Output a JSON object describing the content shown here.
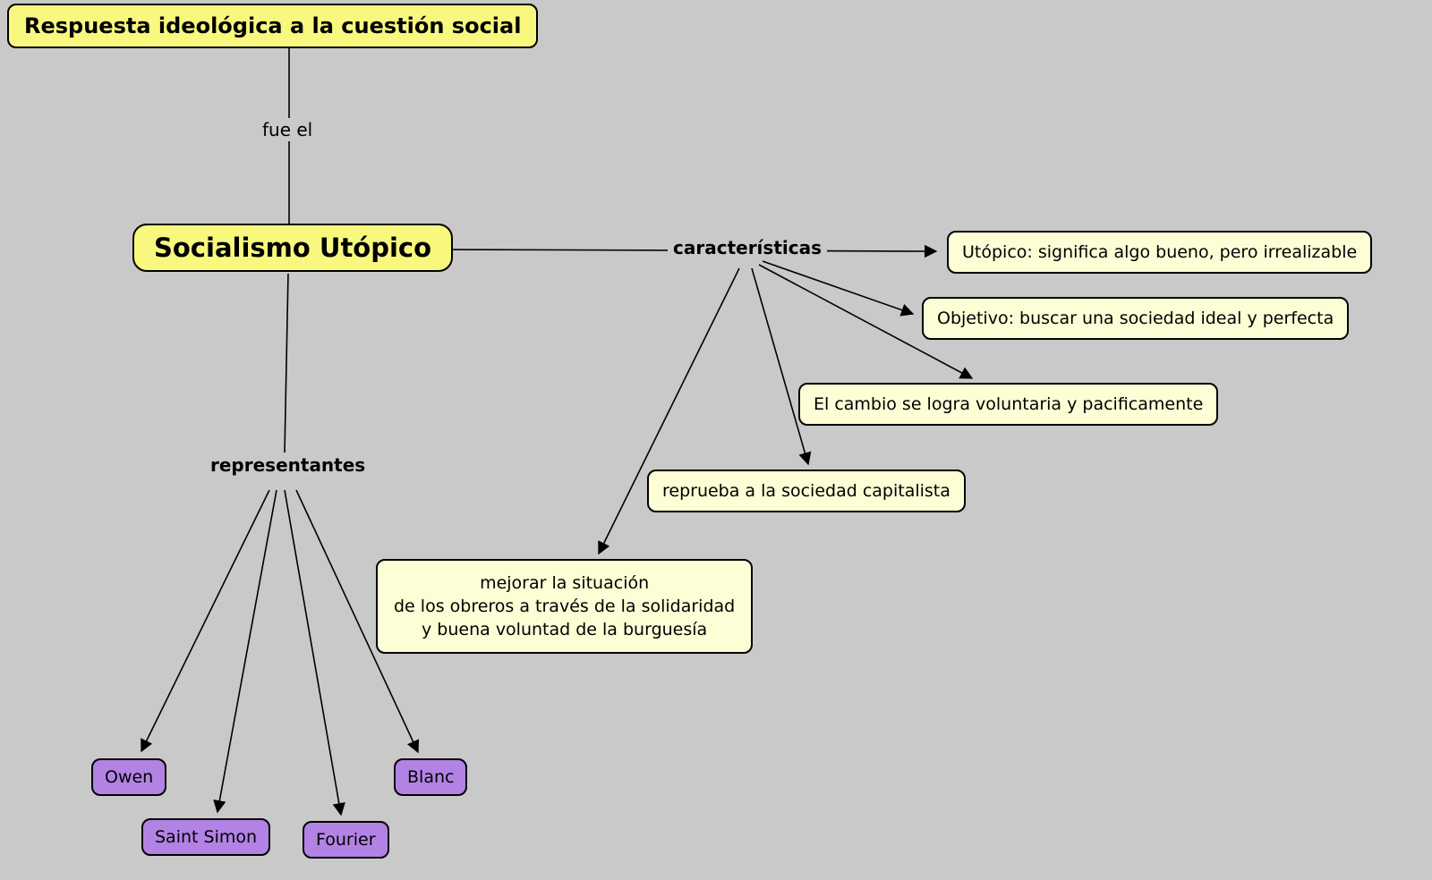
{
  "map": {
    "root": "Respuesta ideológica a la cuestión social",
    "link_fue_el": "fue el",
    "main": "Socialismo Utópico",
    "link_caracteristicas": "características",
    "link_representantes": "representantes",
    "caracteristicas": [
      "Utópico: significa algo bueno, pero irrealizable",
      "Objetivo: buscar una sociedad ideal y perfecta",
      "El cambio se logra voluntaria y pacificamente",
      "reprueba a la sociedad capitalista",
      "mejorar la situación\nde los obreros a través de la solidaridad\ny buena voluntad de la burguesía"
    ],
    "representantes": [
      "Owen",
      "Saint Simon",
      "Fourier",
      "Blanc"
    ],
    "colors": {
      "background": "#c9c9c9",
      "node_yellow": "#f8f87e",
      "node_pale_yellow": "#fdfdd6",
      "node_purple": "#b283e4",
      "border": "#000000"
    }
  }
}
